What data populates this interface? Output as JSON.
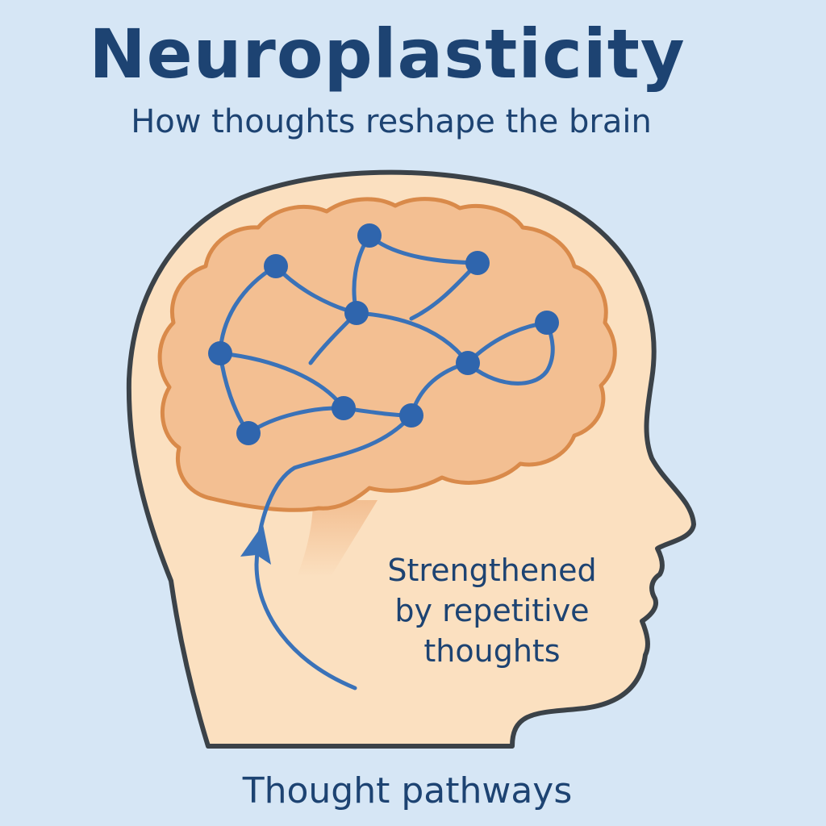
{
  "title": "Neuroplasticity",
  "subtitle": "How thoughts reshape the brain",
  "annotation": {
    "line1": "Strengthened",
    "line2": "by repetitive",
    "line3": "thoughts"
  },
  "footer": "Thought pathways",
  "colors": {
    "background": "#d6e6f5",
    "text": "#1d4372",
    "head_fill": "#fbe0c0",
    "head_outline": "#3b4248",
    "brain_fill": "#f3bf92",
    "brain_outline": "#d98a4a",
    "pathway": "#3a72b8",
    "node": "#2f65ad"
  },
  "icons": [
    "head-silhouette",
    "brain-shape",
    "neuron-node",
    "arrow-up-icon"
  ]
}
